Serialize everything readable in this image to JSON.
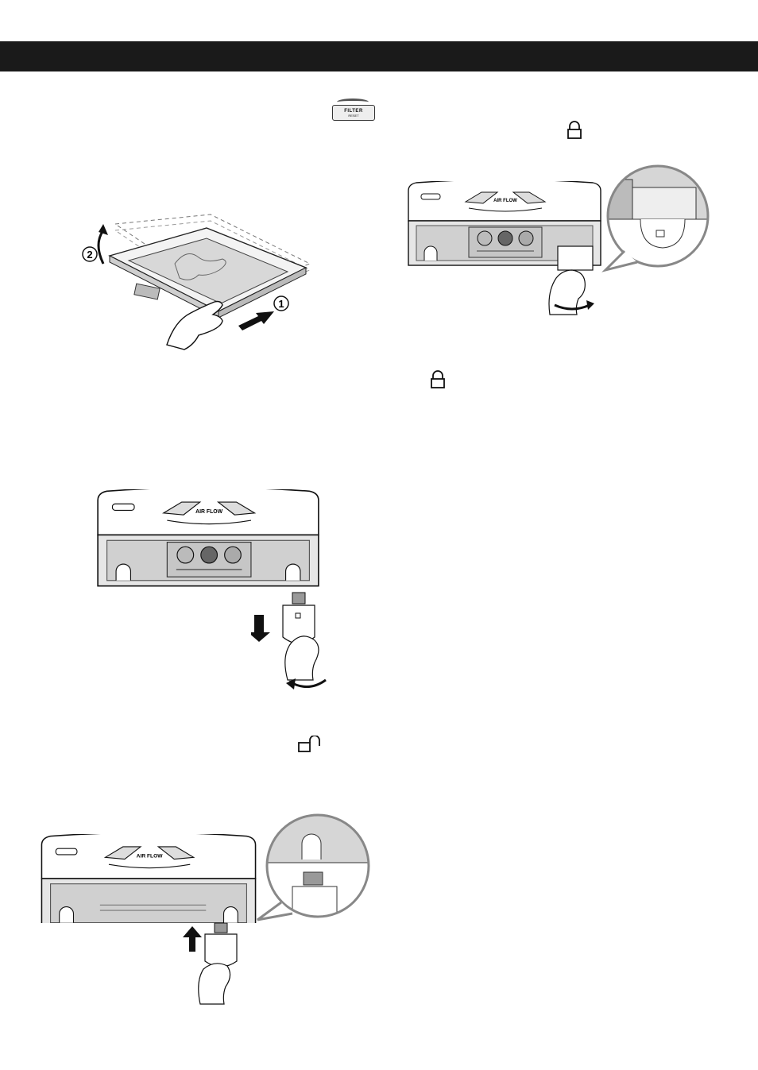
{
  "header": {
    "title": ""
  },
  "filter_button": {
    "line1": "FILTER",
    "line2": "RESET"
  },
  "icons": [
    "lock-closed-icon",
    "lock-open-icon",
    "filter-reset-button-icon"
  ],
  "illustrations": {
    "cover_removal": {
      "step1": "1",
      "step2": "2"
    },
    "airflow_label": "AIR FLOW",
    "top_right": {
      "airflow": "AIR FLOW"
    },
    "mid_left": {
      "airflow": "AIR FLOW"
    },
    "bottom_left": {
      "airflow": "AIR FLOW"
    }
  }
}
